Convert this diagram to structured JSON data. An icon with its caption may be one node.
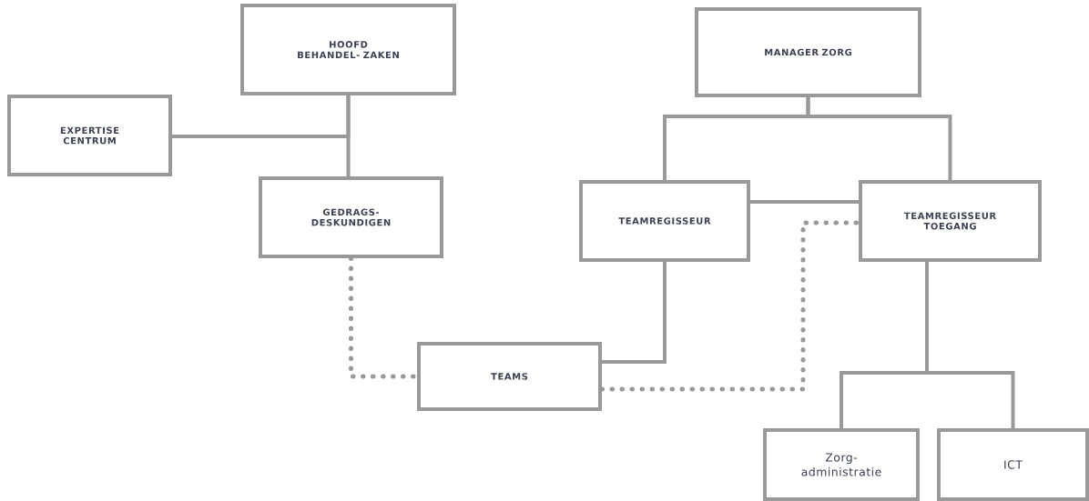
{
  "diagram": {
    "nodes": [
      {
        "text": [
          "HOOFD BEHANDEL- ZAKEN"
        ]
      },
      {
        "text": [
          "MANAGER ZORG"
        ]
      },
      {
        "text": [
          "EXPERTISE CENTRUM"
        ]
      },
      {
        "text": [
          "GEDRAGS- DESKUNDIGEN"
        ]
      },
      {
        "text": [
          "TEAMREGISSEUR"
        ]
      },
      {
        "text": [
          "TEAMREGISSEUR TOEGANG"
        ]
      },
      {
        "text": [
          "TEAMS"
        ]
      },
      {
        "text": [
          "Zorg- administratie"
        ]
      },
      {
        "text": [
          "ICT"
        ]
      }
    ],
    "edges": [
      {
        "from": 0,
        "to": 2,
        "arrow": "none"
      },
      {
        "from": 0,
        "to": 3,
        "arrow": "none"
      },
      {
        "from": 1,
        "to": 4,
        "arrow": "none"
      },
      {
        "from": 1,
        "to": 5,
        "arrow": "none"
      },
      {
        "from": 4,
        "to": 5,
        "arrow": "none"
      },
      {
        "from": 4,
        "to": 6,
        "arrow": "none"
      },
      {
        "from": 3,
        "to": 6,
        "arrow": "none",
        "style": "dashed"
      },
      {
        "from": 6,
        "to": 5,
        "arrow": "none",
        "style": "dashed"
      },
      {
        "from": 5,
        "to": 7,
        "arrow": "none"
      },
      {
        "from": 5,
        "to": 8,
        "arrow": "none"
      }
    ]
  }
}
